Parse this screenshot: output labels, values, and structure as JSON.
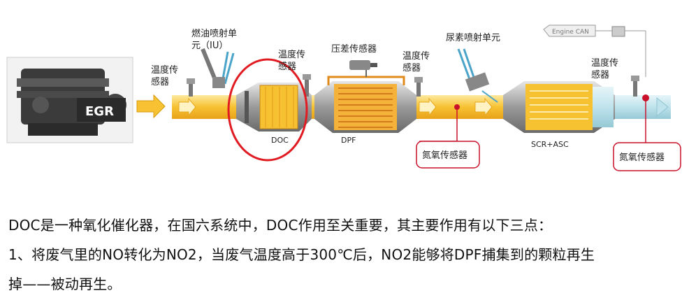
{
  "diagram": {
    "labels": {
      "temp_sensor_1": [
        "温度传",
        "感器"
      ],
      "fuel_injector": [
        "燃油喷射单",
        "元（IU）"
      ],
      "temp_sensor_2": [
        "温度传",
        "感器"
      ],
      "pressure_sensor": "压差传感器",
      "temp_sensor_3": [
        "温度传",
        "感器"
      ],
      "urea_injector": "尿素喷射单元",
      "engine_can": "Engine CAN",
      "temp_sensor_4": [
        "温度传",
        "感器"
      ],
      "egr": "EGR",
      "doc": "DOC",
      "dpf": "DPF",
      "scr_asc": "SCR+ASC",
      "nox_sensor_1": "氮氧传感器",
      "nox_sensor_2": "氮氧传感器"
    },
    "colors": {
      "pipe": "#f7c232",
      "pipe_dark": "#e8a21a",
      "highlight_circle": "#e11b22",
      "nox_box_border": "#c9112a",
      "exhaust_blue": "#bfe3ec"
    }
  },
  "text": {
    "line1": "DOC是一种氧化催化器，在国六系统中，DOC作用至关重要，其主要作用有以下三点：",
    "line2": "1、将废气里的NO转化为NO2，当废气温度高于300℃后，NO2能够将DPF捕集到的颗粒再生",
    "line3": "掉——被动再生。"
  }
}
